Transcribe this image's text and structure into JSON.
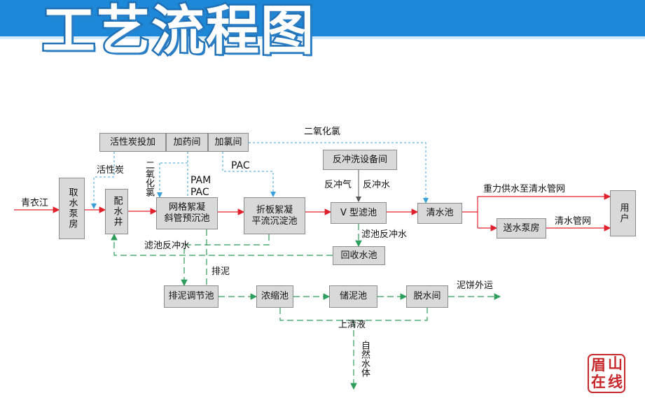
{
  "title": "工艺流程图",
  "boxes": {
    "intake_pump": "取水泵房",
    "distribution_well": "配水井",
    "grid_floc": "网格絮凝\n斜管预沉池",
    "plate_floc": "折板絮凝\n平流沉淀池",
    "v_filter": "V 型滤池",
    "clear_well": "清水池",
    "user": "用户",
    "supply_pump": "送水泵房",
    "carbon_dosing": "活性炭投加",
    "dosing_room": "加药间",
    "chlorine_room": "加氯间",
    "backwash_equipment": "反冲洗设备间",
    "recovery_tank": "回收水池",
    "sludge_regulation": "排泥调节池",
    "thickener": "浓缩池",
    "sludge_storage": "储泥池",
    "dewatering": "脱水间"
  },
  "labels": {
    "source": "青衣江",
    "activated_carbon": "活性炭",
    "chlorine_dioxide_vertical": "二氧化氯",
    "chlorine_dioxide_top": "二氧化氯",
    "pam": "PAM",
    "pac1": "PAC",
    "pac2": "PAC",
    "backwash_air": "反冲气",
    "backwash_water": "反冲水",
    "filter_backwash": "滤池反冲水",
    "filter_backwash_return": "滤池反冲水",
    "gravity_supply": "重力供水至清水管网",
    "clear_network": "清水管网",
    "sludge_discharge": "排泥",
    "supernatant": "上清液",
    "natural_water": "自然水体",
    "sludge_cake": "泥饼外运"
  },
  "seal": {
    "chars": [
      "眉",
      "山",
      "在",
      "线"
    ]
  },
  "colors": {
    "main_flow": "#e0202a",
    "dosing": "#3aa0dc",
    "sludge": "#2e9e5b",
    "box_fill": "#d9d9d9",
    "banner": "#1e88d8"
  }
}
